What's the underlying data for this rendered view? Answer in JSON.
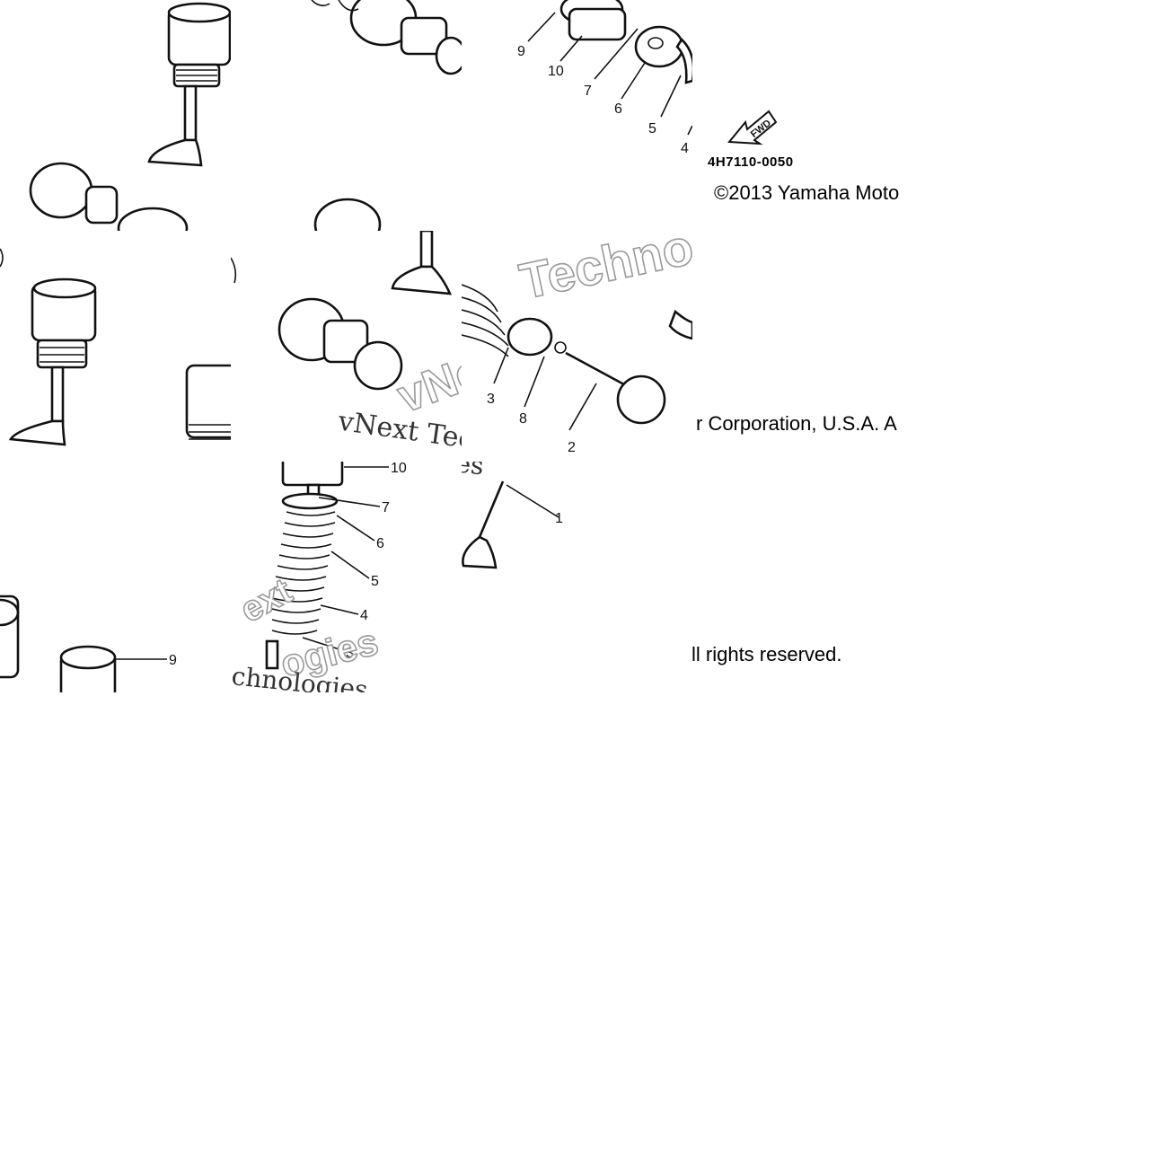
{
  "diagram": {
    "part_code": "4H7110-0050",
    "fwd_arrow_label": "FWD",
    "callout_numbers": [
      "1",
      "2",
      "3",
      "4",
      "5",
      "6",
      "7",
      "8",
      "9",
      "10"
    ],
    "watermark": {
      "top": "Techno",
      "left": "vNext Tec",
      "upper": "vNe",
      "mid": "logies",
      "bottom": "chnologies",
      "side": "ext",
      "over": "ogies"
    }
  },
  "copyright": {
    "line1": "©2013 Yamaha Moto",
    "line2": "r Corporation, U.S.A. A",
    "line3": "ll rights reserved."
  },
  "colors": {
    "background": "#ffffff",
    "line_art": "#111111",
    "watermark_outline": "#9a9a9a",
    "text": "#000000"
  }
}
